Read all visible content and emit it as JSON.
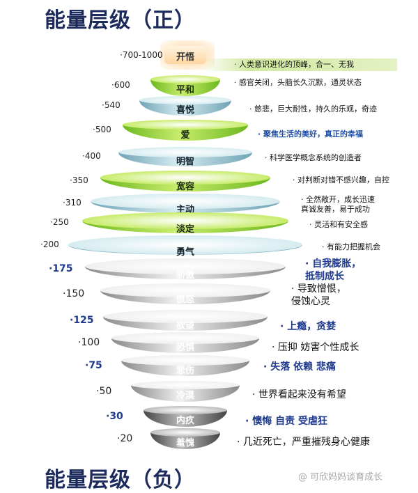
{
  "title_positive": "能量层级（正）",
  "title_negative": "能量层级（负）",
  "watermark": "@ 可欣妈妈谈育成长",
  "levels": [
    {
      "value": "·700-1000",
      "name": "开悟",
      "desc": "· 人类意识进化的顶峰，合一、无我",
      "kind": "top"
    },
    {
      "value": "·600",
      "name": "平和",
      "desc": "· 感官关闭，头脑长久沉默，通灵状态",
      "kind": "green"
    },
    {
      "value": "·540",
      "name": "喜悦",
      "desc": "· 慈悲，巨大耐性，持久的乐观，奇迹",
      "kind": "blue"
    },
    {
      "value": "·500",
      "name": "爱",
      "desc": "· 聚焦生活的美好，真正的幸福",
      "kind": "green",
      "desc_color": "#1f4fa8"
    },
    {
      "value": "·400",
      "name": "明智",
      "desc": "· 科学医学概念系统的创造者",
      "kind": "blue"
    },
    {
      "value": "·350",
      "name": "宽容",
      "desc": "· 对判断对错不感兴趣，自控",
      "kind": "green"
    },
    {
      "value": "·310",
      "name": "主动",
      "desc": "· 全然敞开，成长迅速\n真诚友善，易于成功",
      "kind": "blue"
    },
    {
      "value": "·250",
      "name": "淡定",
      "desc": "· 灵活和有安全感",
      "kind": "green"
    },
    {
      "value": "·200",
      "name": "勇气",
      "desc": "· 有能力把握机会",
      "kind": "blue"
    },
    {
      "value": "·175",
      "name": "骄傲",
      "desc": "· 自我膨胀，\n抵制成长",
      "kind": "gray",
      "desc_color": "#1f3a8c"
    },
    {
      "value": "·150",
      "name": "愤怒",
      "desc": "· 导致憎恨，\n侵蚀心灵",
      "kind": "gray"
    },
    {
      "value": "·125",
      "name": "欲望",
      "desc": "· 上瘾，贪婪",
      "kind": "gray",
      "desc_color": "#1f3a8c"
    },
    {
      "value": "·100",
      "name": "恐惧",
      "desc": "· 压抑 妨害个性成长",
      "kind": "gray"
    },
    {
      "value": "·75",
      "name": "悲伤",
      "desc": "· 失落 依赖 悲痛",
      "kind": "gray",
      "desc_color": "#1f3a8c"
    },
    {
      "value": "·50",
      "name": "冷漠",
      "desc": "· 世界看起来没有希望",
      "kind": "gray"
    },
    {
      "value": "·30",
      "name": "内疚",
      "desc": "· 懊悔 自责 受虐狂",
      "kind": "dark",
      "desc_color": "#1f3a8c"
    },
    {
      "value": "·20",
      "name": "羞愧",
      "desc": "· 几近死亡，严重摧残身心健康",
      "kind": "dark"
    }
  ],
  "colors": {
    "green_top": "#c8ec6c",
    "green_side": "#6cb81e",
    "blue_top": "#d6ecf0",
    "blue_side": "#6fa3b6",
    "gray_top": "#f0f0f0",
    "gray_side": "#8a8a8a",
    "dark_top": "#bcbcbc",
    "dark_side": "#454545",
    "top_box": "#ffd6a0",
    "title": "#1d2a5c"
  }
}
